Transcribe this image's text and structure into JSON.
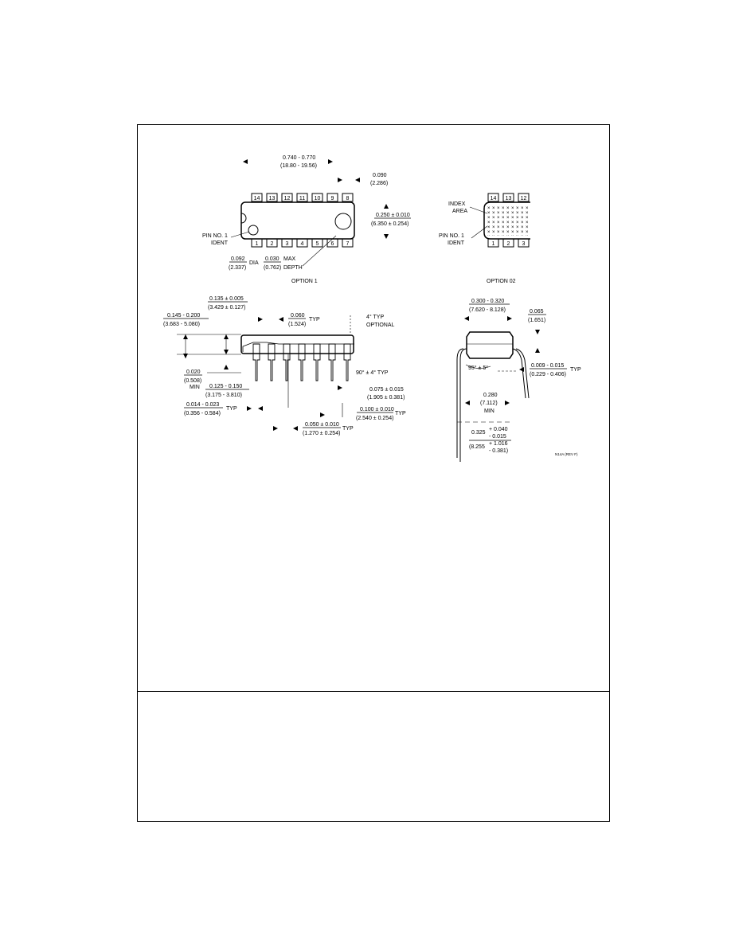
{
  "top_view": {
    "length": "0.740 - 0.770",
    "length_mm": "(18.80 - 19.56)",
    "corner": "0.090",
    "corner_mm": "(2.286)",
    "width": "0.250 ± 0.010",
    "width_mm": "(6.350 ± 0.254)",
    "pin1_label_1": "PIN NO. 1",
    "pin1_label_2": "IDENT",
    "dia": "0.092",
    "dia_mm": "(2.337)",
    "dia_suffix": "DIA",
    "depth": "0.030",
    "depth_suffix": "MAX",
    "depth_mm": "(0.762)",
    "depth_label": "DEPTH",
    "caption": "OPTION 1",
    "top_pins": [
      "14",
      "13",
      "12",
      "11",
      "10",
      "9",
      "8"
    ],
    "bottom_pins": [
      "1",
      "2",
      "3",
      "4",
      "5",
      "6",
      "7"
    ]
  },
  "option2": {
    "index_1": "INDEX",
    "index_2": "AREA",
    "pin1_label_1": "PIN NO. 1",
    "pin1_label_2": "IDENT",
    "caption": "OPTION 02",
    "top_pins": [
      "14",
      "13",
      "12"
    ],
    "bottom_pins": [
      "1",
      "2",
      "3"
    ]
  },
  "side_view": {
    "body_h": "0.135 ± 0.005",
    "body_h_mm": "(3.429 ± 0.127)",
    "total_h": "0.145 - 0.200",
    "total_h_mm": "(3.683 - 5.080)",
    "pitch_small": "0.060",
    "pitch_small_mm": "(1.524)",
    "typ": "TYP",
    "angle": "4° TYP",
    "optional": "OPTIONAL",
    "min_h": "0.020",
    "min_h_mm": "(0.508)",
    "min_label": "MIN",
    "lead_len": "0.125 - 0.150",
    "lead_len_mm": "(3.175 - 3.810)",
    "angle2": "90° ± 4° TYP",
    "lead_w": "0.014 - 0.023",
    "lead_w_mm": "(0.356 - 0.584)",
    "shoulder": "0.075 ± 0.015",
    "shoulder_mm": "(1.905 ± 0.381)",
    "pitch": "0.100 ± 0.010",
    "pitch_mm": "(2.540 ± 0.254)",
    "lead_top": "0.050 ± 0.010",
    "lead_top_mm": "(1.270 ± 0.254)"
  },
  "end_view": {
    "width": "0.300 - 0.320",
    "width_mm": "(7.620 - 8.128)",
    "gap": "0.065",
    "gap_mm": "(1.651)",
    "angle": "95° ± 5°",
    "thick": "0.009 - 0.015",
    "thick_mm": "(0.229 - 0.406)",
    "typ": "TYP",
    "min_w": "0.280",
    "min_w_mm": "(7.112)",
    "min_label": "MIN",
    "spread_a": "0.325",
    "spread_b": "+ 0.040",
    "spread_c": "- 0.015",
    "spread_mm_a": "(8.255",
    "spread_mm_b": "+ 1.016",
    "spread_mm_c": "- 0.381)",
    "ref": "N14A (REV F)"
  }
}
